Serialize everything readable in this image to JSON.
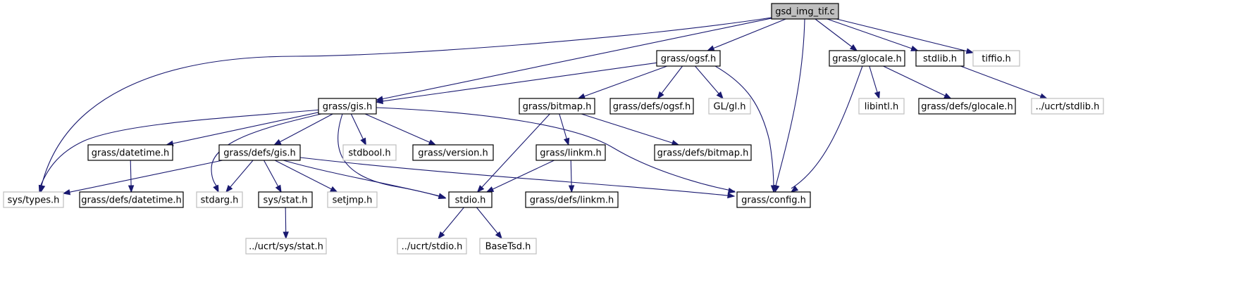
{
  "diagram": {
    "colors": {
      "edge": "#191970",
      "root_fill": "#bfbfbf",
      "local_border": "#000000",
      "external_border": "#bfbfbf",
      "background": "#ffffff"
    },
    "nodes": [
      {
        "id": "root",
        "label": "gsd_img_tif.c",
        "kind": "root"
      },
      {
        "id": "ogsf_h",
        "label": "grass/ogsf.h",
        "kind": "local"
      },
      {
        "id": "glocale_h",
        "label": "grass/glocale.h",
        "kind": "local"
      },
      {
        "id": "stdlib_h",
        "label": "stdlib.h",
        "kind": "local"
      },
      {
        "id": "tiffio_h",
        "label": "tiffio.h",
        "kind": "external"
      },
      {
        "id": "gis_h",
        "label": "grass/gis.h",
        "kind": "local"
      },
      {
        "id": "bitmap_h",
        "label": "grass/bitmap.h",
        "kind": "local"
      },
      {
        "id": "defs_ogsf_h",
        "label": "grass/defs/ogsf.h",
        "kind": "local"
      },
      {
        "id": "gl_h",
        "label": "GL/gl.h",
        "kind": "external"
      },
      {
        "id": "libintl_h",
        "label": "libintl.h",
        "kind": "external"
      },
      {
        "id": "defs_glocale_h",
        "label": "grass/defs/glocale.h",
        "kind": "local"
      },
      {
        "id": "ucrt_stdlib_h",
        "label": "../ucrt/stdlib.h",
        "kind": "external"
      },
      {
        "id": "datetime_h",
        "label": "grass/datetime.h",
        "kind": "local"
      },
      {
        "id": "defs_gis_h",
        "label": "grass/defs/gis.h",
        "kind": "local"
      },
      {
        "id": "stdbool_h",
        "label": "stdbool.h",
        "kind": "external"
      },
      {
        "id": "version_h",
        "label": "grass/version.h",
        "kind": "local"
      },
      {
        "id": "linkm_h",
        "label": "grass/linkm.h",
        "kind": "local"
      },
      {
        "id": "defs_bitmap_h",
        "label": "grass/defs/bitmap.h",
        "kind": "local"
      },
      {
        "id": "sys_types_h",
        "label": "sys/types.h",
        "kind": "external"
      },
      {
        "id": "defs_datetime_h",
        "label": "grass/defs/datetime.h",
        "kind": "local"
      },
      {
        "id": "stdarg_h",
        "label": "stdarg.h",
        "kind": "external"
      },
      {
        "id": "sys_stat_h",
        "label": "sys/stat.h",
        "kind": "local"
      },
      {
        "id": "setjmp_h",
        "label": "setjmp.h",
        "kind": "external"
      },
      {
        "id": "stdio_h",
        "label": "stdio.h",
        "kind": "local"
      },
      {
        "id": "defs_linkm_h",
        "label": "grass/defs/linkm.h",
        "kind": "local"
      },
      {
        "id": "config_h",
        "label": "grass/config.h",
        "kind": "local"
      },
      {
        "id": "ucrt_sys_stat_h",
        "label": "../ucrt/sys/stat.h",
        "kind": "external"
      },
      {
        "id": "ucrt_stdio_h",
        "label": "../ucrt/stdio.h",
        "kind": "external"
      },
      {
        "id": "basetsd_h",
        "label": "BaseTsd.h",
        "kind": "external"
      }
    ],
    "edges": [
      {
        "from": "root",
        "to": "ogsf_h"
      },
      {
        "from": "root",
        "to": "glocale_h"
      },
      {
        "from": "root",
        "to": "stdlib_h"
      },
      {
        "from": "root",
        "to": "tiffio_h"
      },
      {
        "from": "root",
        "to": "gis_h"
      },
      {
        "from": "root",
        "to": "sys_types_h"
      },
      {
        "from": "root",
        "to": "config_h"
      },
      {
        "from": "ogsf_h",
        "to": "gis_h"
      },
      {
        "from": "ogsf_h",
        "to": "bitmap_h"
      },
      {
        "from": "ogsf_h",
        "to": "defs_ogsf_h"
      },
      {
        "from": "ogsf_h",
        "to": "gl_h"
      },
      {
        "from": "ogsf_h",
        "to": "config_h"
      },
      {
        "from": "glocale_h",
        "to": "libintl_h"
      },
      {
        "from": "glocale_h",
        "to": "defs_glocale_h"
      },
      {
        "from": "glocale_h",
        "to": "config_h"
      },
      {
        "from": "stdlib_h",
        "to": "ucrt_stdlib_h"
      },
      {
        "from": "gis_h",
        "to": "sys_types_h"
      },
      {
        "from": "gis_h",
        "to": "datetime_h"
      },
      {
        "from": "gis_h",
        "to": "stdarg_h"
      },
      {
        "from": "gis_h",
        "to": "defs_gis_h"
      },
      {
        "from": "gis_h",
        "to": "stdbool_h"
      },
      {
        "from": "gis_h",
        "to": "version_h"
      },
      {
        "from": "gis_h",
        "to": "stdio_h"
      },
      {
        "from": "gis_h",
        "to": "config_h"
      },
      {
        "from": "bitmap_h",
        "to": "linkm_h"
      },
      {
        "from": "bitmap_h",
        "to": "defs_bitmap_h"
      },
      {
        "from": "bitmap_h",
        "to": "stdio_h"
      },
      {
        "from": "datetime_h",
        "to": "defs_datetime_h"
      },
      {
        "from": "defs_gis_h",
        "to": "sys_types_h"
      },
      {
        "from": "defs_gis_h",
        "to": "stdarg_h"
      },
      {
        "from": "defs_gis_h",
        "to": "sys_stat_h"
      },
      {
        "from": "defs_gis_h",
        "to": "setjmp_h"
      },
      {
        "from": "defs_gis_h",
        "to": "stdio_h"
      },
      {
        "from": "defs_gis_h",
        "to": "config_h"
      },
      {
        "from": "linkm_h",
        "to": "stdio_h"
      },
      {
        "from": "linkm_h",
        "to": "defs_linkm_h"
      },
      {
        "from": "sys_stat_h",
        "to": "ucrt_sys_stat_h"
      },
      {
        "from": "stdio_h",
        "to": "ucrt_stdio_h"
      },
      {
        "from": "stdio_h",
        "to": "basetsd_h"
      }
    ]
  }
}
